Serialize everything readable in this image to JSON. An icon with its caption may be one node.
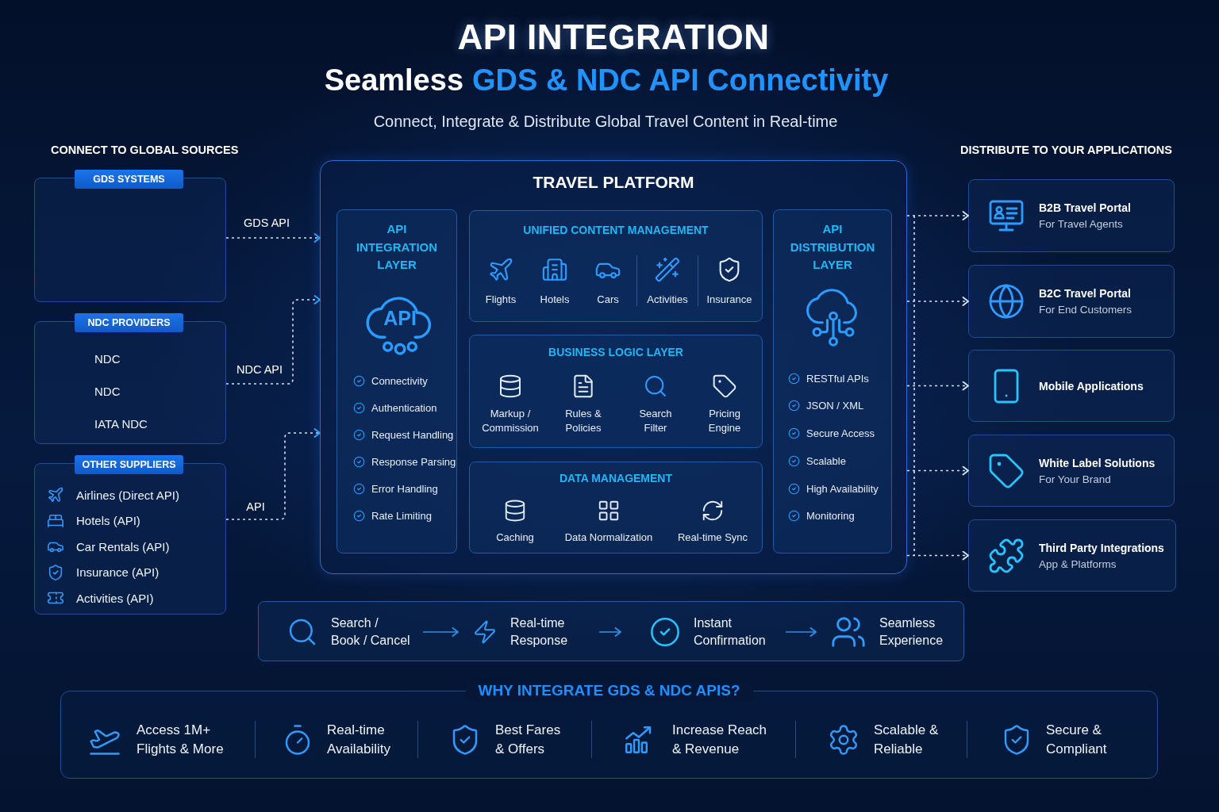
{
  "diagram": {
    "title": "API INTEGRATION",
    "nodes": [
      {
        "text": [
          "GDS SYSTEMS"
        ]
      },
      {
        "text": [
          "NDC PROVIDERS",
          "NDC",
          "NDC",
          "IATA NDC"
        ]
      },
      {
        "text": [
          "OTHER SUPPLIERS",
          "Airlines (Direct API)",
          "Hotels (API)",
          "Car Rentals (API)",
          "Insurance (API)",
          "Activities (API)"
        ]
      },
      {
        "text": [
          "TRAVEL PLATFORM"
        ]
      },
      {
        "text": [
          "API INTEGRATION LAYER",
          "API",
          "Connectivity",
          "Authentication",
          "Request Handling",
          "Response Parsing",
          "Error Handling",
          "Rate Limiting"
        ],
        "in": 3
      },
      {
        "text": [
          "UNIFIED CONTENT MANAGEMENT",
          "Flights",
          "Hotels",
          "Cars",
          "Activities",
          "Insurance"
        ],
        "in": 3
      },
      {
        "text": [
          "BUSINESS LOGIC LAYER",
          "Markup / Commission",
          "Rules & Policies",
          "Search Filter",
          "Pricing Engine"
        ],
        "in": 3
      },
      {
        "text": [
          "DATA MANAGEMENT",
          "Caching",
          "Data Normalization",
          "Real-time Sync"
        ],
        "in": 3
      },
      {
        "text": [
          "API DISTRIBUTION LAYER",
          "RESTful APIs",
          "JSON / XML",
          "Secure Access",
          "Scalable",
          "High Availability",
          "Monitoring"
        ],
        "in": 3
      },
      {
        "text": [
          "B2B Travel Portal",
          "For Travel Agents"
        ]
      },
      {
        "text": [
          "B2C Travel Portal",
          "For End Customers"
        ]
      },
      {
        "text": [
          "Mobile Applications"
        ]
      },
      {
        "text": [
          "White Label Solutions",
          "For Your Brand"
        ]
      },
      {
        "text": [
          "Third Party Integrations",
          "App & Platforms"
        ]
      },
      {
        "text": [],
        "shape": "box"
      },
      {
        "text": [
          "Search / Book / Cancel"
        ],
        "in": 14
      },
      {
        "text": [
          "Real-time Response"
        ],
        "in": 14
      },
      {
        "text": [
          "Instant Confirmation"
        ],
        "in": 14
      },
      {
        "text": [
          "Seamless Experience"
        ],
        "in": 14
      },
      {
        "text": [
          "WHY INTEGRATE GDS & NDC APIS?",
          "Access 1M+ Flights & More",
          "Real-time Availability",
          "Best Fares & Offers",
          "Increase Reach & Revenue",
          "Scalable & Reliable",
          "Secure & Compliant"
        ]
      }
    ],
    "edges": [
      {
        "from": 0,
        "to": 3,
        "arrow": "to",
        "label": "GDS API",
        "style": "dashed"
      },
      {
        "from": 1,
        "to": 3,
        "arrow": "to",
        "label": "NDC API",
        "style": "dashed"
      },
      {
        "from": 2,
        "to": 3,
        "arrow": "to",
        "label": "API",
        "style": "dashed"
      },
      {
        "from": 3,
        "to": 9,
        "arrow": "to",
        "style": "dashed"
      },
      {
        "from": 3,
        "to": 10,
        "arrow": "to",
        "style": "dashed"
      },
      {
        "from": 3,
        "to": 11,
        "arrow": "to",
        "style": "dashed"
      },
      {
        "from": 3,
        "to": 12,
        "arrow": "to",
        "style": "dashed"
      },
      {
        "from": 3,
        "to": 13,
        "arrow": "to",
        "style": "dashed"
      },
      {
        "from": 15,
        "to": 16,
        "arrow": "to",
        "color": "#2f8fe8"
      },
      {
        "from": 16,
        "to": 17,
        "arrow": "to",
        "color": "#2f8fe8"
      },
      {
        "from": 17,
        "to": 18,
        "arrow": "to",
        "color": "#2f8fe8"
      }
    ],
    "labels": [
      "Seamless",
      "GDS & NDC API Connectivity",
      "Connect, Integrate & Distribute Global Travel Content in Real-time",
      "CONNECT TO GLOBAL SOURCES",
      "DISTRIBUTE TO YOUR APPLICATIONS"
    ]
  }
}
